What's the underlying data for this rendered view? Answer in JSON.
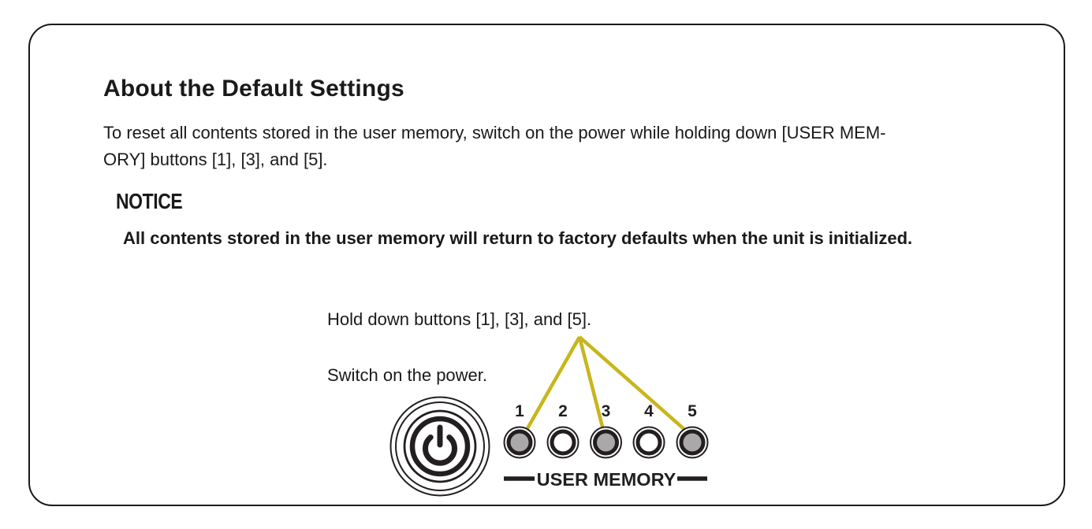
{
  "panel": {
    "title": "About the Default Settings",
    "body_line1": "To reset all contents stored in the user memory, switch on the power while holding down [USER MEM-",
    "body_line2": "ORY] buttons [1], [3], and [5].",
    "notice": {
      "heading": "NOTICE",
      "text": "All contents stored in the user memory will return to factory defaults when the unit is initialized."
    },
    "instructions": {
      "hold_down": "Hold down buttons [1], [3], and [5].",
      "switch_power": "Switch on the power."
    },
    "illustration": {
      "power_button_icon": "power-icon",
      "group_label": "USER MEMORY",
      "buttons": [
        {
          "label": "1",
          "pressed": true
        },
        {
          "label": "2",
          "pressed": false
        },
        {
          "label": "3",
          "pressed": true
        },
        {
          "label": "4",
          "pressed": false
        },
        {
          "label": "5",
          "pressed": true
        }
      ],
      "colors": {
        "highlight_line": "#c9b51c",
        "pressed_fill": "#aaa8a8",
        "unpressed_fill": "#ffffff",
        "outline": "#231f20"
      }
    }
  }
}
